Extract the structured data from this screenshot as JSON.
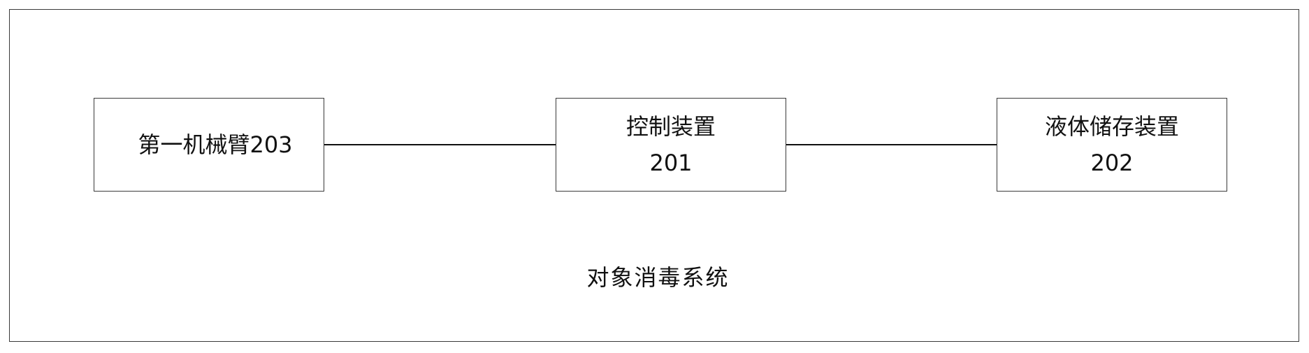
{
  "diagram": {
    "system_label": "对象消毒系统",
    "nodes": {
      "arm": {
        "text": "第一机械臂203"
      },
      "control": {
        "name": "控制装置",
        "number": "201"
      },
      "storage": {
        "name": "液体储存装置",
        "number": "202"
      }
    },
    "connections": [
      {
        "from": "第一机械臂203",
        "to": "控制装置 201"
      },
      {
        "from": "控制装置 201",
        "to": "液体储存装置 202"
      }
    ],
    "colors": {
      "line": "#111111",
      "border": "#3a3a3a",
      "background": "#ffffff"
    }
  }
}
